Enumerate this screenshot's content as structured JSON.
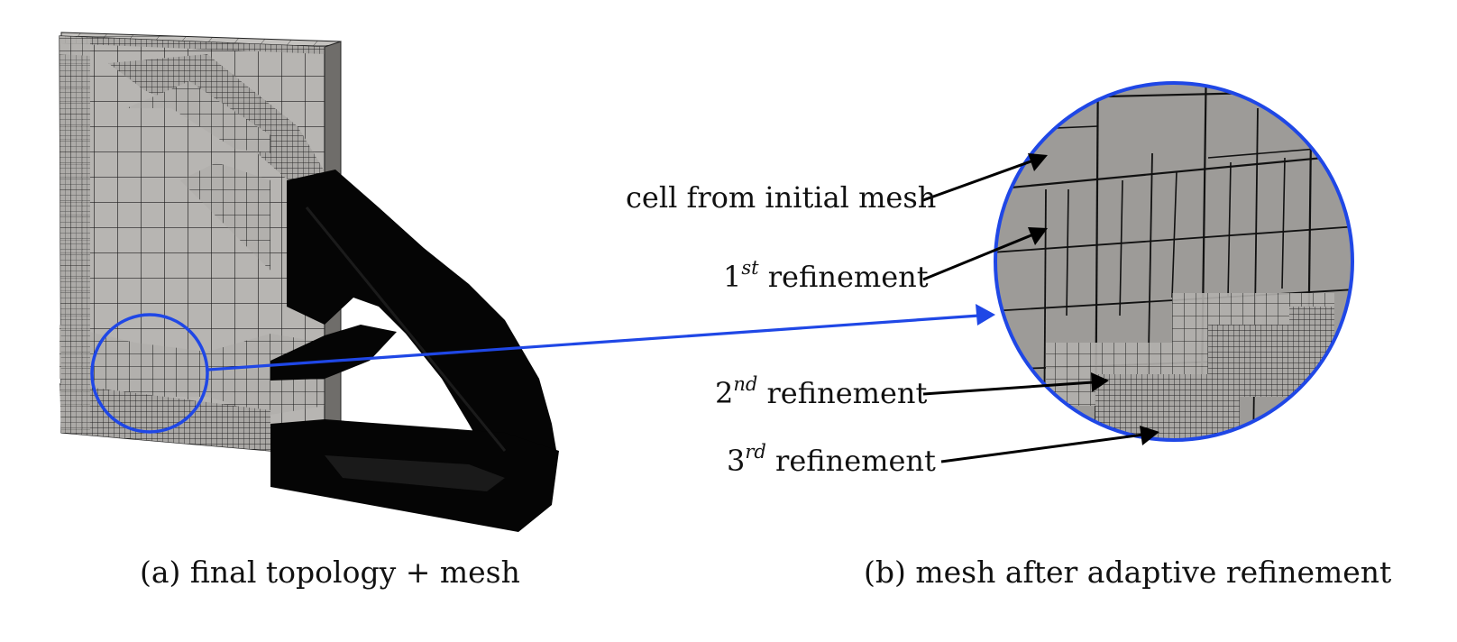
{
  "captions": {
    "left": "(a) final topology + mesh",
    "right": "(b) mesh after adaptive refinement"
  },
  "labels": {
    "cell": "cell from initial mesh",
    "first": {
      "num": "1",
      "sup": "st",
      "text": "refinement"
    },
    "second": {
      "num": "2",
      "sup": "nd",
      "text": "refinement"
    },
    "third": {
      "num": "3",
      "sup": "rd",
      "text": "refinement"
    }
  },
  "colors": {
    "mesh_gray": "#9d9b98",
    "mesh_light": "#bfbdba",
    "solid_black": "#050505",
    "highlight_blue": "#1f47e6"
  }
}
